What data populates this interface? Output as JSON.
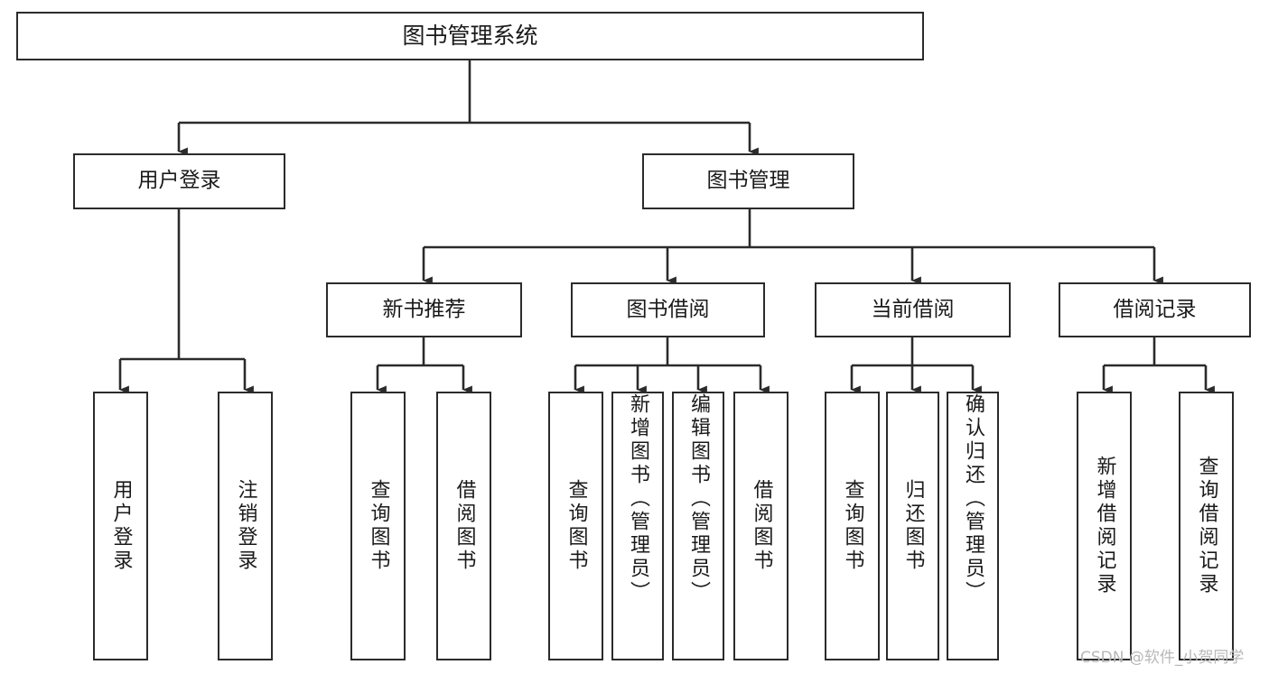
{
  "diagram": {
    "type": "tree-hierarchy",
    "title": "图书管理系统",
    "orientation": "top-down",
    "colors": {
      "stroke": "#2b2b2b",
      "fill": "#ffffff",
      "text": "#1a1a1a",
      "watermark": "#b8b8b8"
    },
    "nodes": {
      "root": {
        "label": "图书管理系统"
      },
      "level2": [
        {
          "id": "user-login",
          "label": "用户登录"
        },
        {
          "id": "book-management",
          "label": "图书管理"
        }
      ],
      "level3": [
        {
          "id": "new-book-recommend",
          "label": "新书推荐"
        },
        {
          "id": "book-borrow",
          "label": "图书借阅"
        },
        {
          "id": "current-borrow",
          "label": "当前借阅"
        },
        {
          "id": "borrow-record",
          "label": "借阅记录"
        }
      ],
      "leaves": {
        "user_login": [
          {
            "id": "leaf-user-login",
            "label": "用户登录"
          },
          {
            "id": "leaf-logout-login",
            "label": "注销登录"
          }
        ],
        "new_book_recommend": [
          {
            "id": "leaf-query-book-1",
            "label": "查询图书"
          },
          {
            "id": "leaf-borrow-book-1",
            "label": "借阅图书"
          }
        ],
        "book_borrow": [
          {
            "id": "leaf-query-book-2",
            "label": "查询图书"
          },
          {
            "id": "leaf-add-book",
            "label": "新增图书（管理员）"
          },
          {
            "id": "leaf-edit-book",
            "label": "编辑图书（管理员）"
          },
          {
            "id": "leaf-borrow-book-2",
            "label": "借阅图书"
          }
        ],
        "current_borrow": [
          {
            "id": "leaf-query-book-3",
            "label": "查询图书"
          },
          {
            "id": "leaf-return-book",
            "label": "归还图书"
          },
          {
            "id": "leaf-confirm-return",
            "label": "确认归还（管理员）"
          }
        ],
        "borrow_record": [
          {
            "id": "leaf-add-record",
            "label": "新增借阅记录"
          },
          {
            "id": "leaf-query-record",
            "label": "查询借阅记录"
          }
        ]
      }
    },
    "edges": [
      {
        "from": "图书管理系统",
        "to": "用户登录"
      },
      {
        "from": "图书管理系统",
        "to": "图书管理"
      },
      {
        "from": "用户登录",
        "to": "用户登录"
      },
      {
        "from": "用户登录",
        "to": "注销登录"
      },
      {
        "from": "图书管理",
        "to": "新书推荐"
      },
      {
        "from": "图书管理",
        "to": "图书借阅"
      },
      {
        "from": "图书管理",
        "to": "当前借阅"
      },
      {
        "from": "图书管理",
        "to": "借阅记录"
      },
      {
        "from": "新书推荐",
        "to": "查询图书"
      },
      {
        "from": "新书推荐",
        "to": "借阅图书"
      },
      {
        "from": "图书借阅",
        "to": "查询图书"
      },
      {
        "from": "图书借阅",
        "to": "新增图书（管理员）"
      },
      {
        "from": "图书借阅",
        "to": "编辑图书（管理员）"
      },
      {
        "from": "图书借阅",
        "to": "借阅图书"
      },
      {
        "from": "当前借阅",
        "to": "查询图书"
      },
      {
        "from": "当前借阅",
        "to": "归还图书"
      },
      {
        "from": "当前借阅",
        "to": "确认归还（管理员）"
      },
      {
        "from": "借阅记录",
        "to": "新增借阅记录"
      },
      {
        "from": "借阅记录",
        "to": "查询借阅记录"
      }
    ]
  },
  "watermark": {
    "text": "CSDN @软件_小贺同学"
  }
}
